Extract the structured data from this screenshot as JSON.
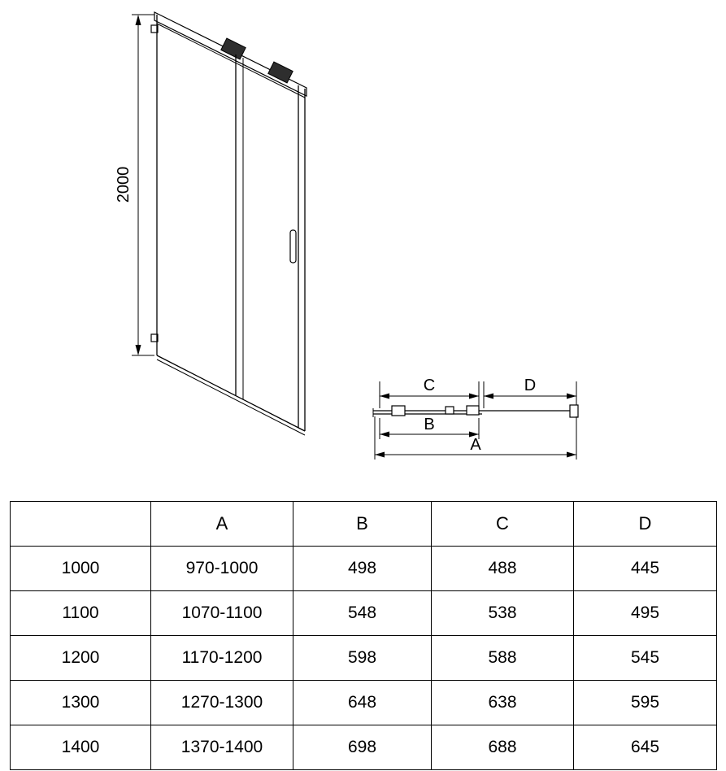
{
  "front_view": {
    "height_label": "2000"
  },
  "plan_view": {
    "dim_a": "A",
    "dim_b": "B",
    "dim_c": "C",
    "dim_d": "D"
  },
  "table": {
    "headers": [
      "",
      "A",
      "B",
      "C",
      "D"
    ],
    "rows": [
      [
        "1000",
        "970-1000",
        "498",
        "488",
        "445"
      ],
      [
        "1100",
        "1070-1100",
        "548",
        "538",
        "495"
      ],
      [
        "1200",
        "1170-1200",
        "598",
        "588",
        "545"
      ],
      [
        "1300",
        "1270-1300",
        "648",
        "638",
        "595"
      ],
      [
        "1400",
        "1370-1400",
        "698",
        "688",
        "645"
      ]
    ]
  }
}
